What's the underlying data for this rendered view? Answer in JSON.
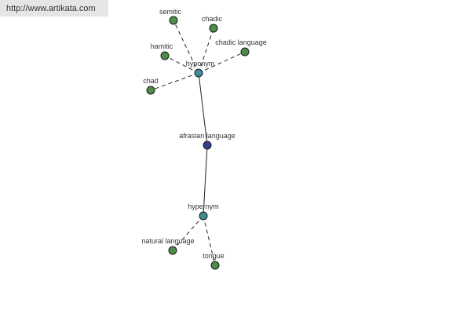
{
  "header": {
    "url": "http://www.artikata.com"
  },
  "colors": {
    "leaf": "#4e8c4a",
    "relation": "#3f8c99",
    "center": "#353f8f",
    "edge": "#222222"
  },
  "graph": {
    "nodes": [
      {
        "id": "afrasian",
        "label": "afrasian language",
        "kind": "center"
      },
      {
        "id": "hyponym",
        "label": "hyponym",
        "kind": "relation"
      },
      {
        "id": "hypernym",
        "label": "hypernym",
        "kind": "relation"
      },
      {
        "id": "semitic",
        "label": "semitic",
        "kind": "leaf"
      },
      {
        "id": "chadic",
        "label": "chadic",
        "kind": "leaf"
      },
      {
        "id": "chadic-language",
        "label": "chadic language",
        "kind": "leaf"
      },
      {
        "id": "hamitic",
        "label": "hamitic",
        "kind": "leaf"
      },
      {
        "id": "chad",
        "label": "chad",
        "kind": "leaf"
      },
      {
        "id": "natural-language",
        "label": "natural language",
        "kind": "leaf"
      },
      {
        "id": "tongue",
        "label": "tongue",
        "kind": "leaf"
      }
    ],
    "edges": [
      {
        "from": "afrasian",
        "to": "hyponym",
        "style": "solid"
      },
      {
        "from": "afrasian",
        "to": "hypernym",
        "style": "solid"
      },
      {
        "from": "hyponym",
        "to": "semitic",
        "style": "dashed"
      },
      {
        "from": "hyponym",
        "to": "chadic",
        "style": "dashed"
      },
      {
        "from": "hyponym",
        "to": "chadic-language",
        "style": "dashed"
      },
      {
        "from": "hyponym",
        "to": "hamitic",
        "style": "dashed"
      },
      {
        "from": "hyponym",
        "to": "chad",
        "style": "dashed"
      },
      {
        "from": "hypernym",
        "to": "natural-language",
        "style": "dashed"
      },
      {
        "from": "hypernym",
        "to": "tongue",
        "style": "dashed"
      }
    ]
  }
}
